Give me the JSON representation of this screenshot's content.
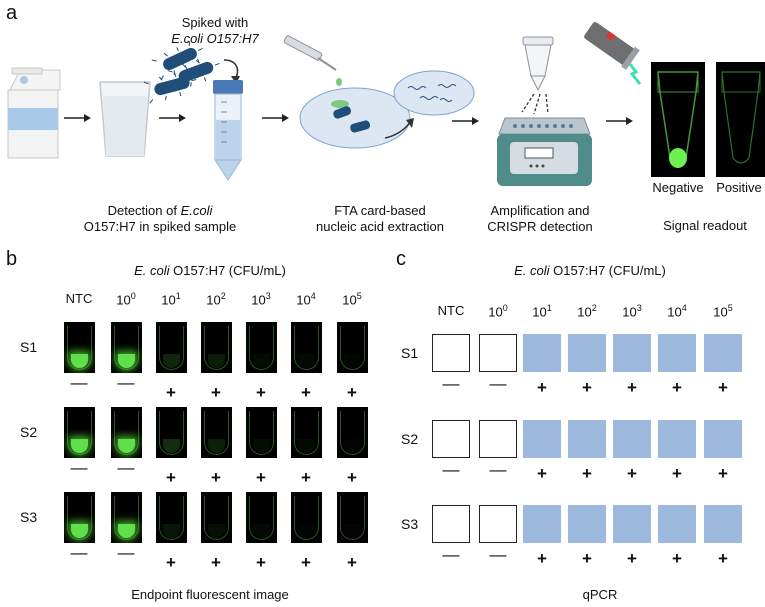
{
  "colors": {
    "tube_bg": "#000000",
    "glow_green": "#5fe04a",
    "qpcr_positive": "#9cb9dd",
    "qpcr_negative": "#ffffff",
    "icon_blue": "#1f4e79",
    "plate_teal": "#4f8c8a"
  },
  "panel_a": {
    "letter": "a",
    "spike_label_line1": "Spiked with",
    "spike_label_line2": "E.coli O157:H7",
    "caption_detection_1_pre": "Detection of ",
    "caption_detection_1_em": "E.coli",
    "caption_detection_2": "O157:H7 in spiked sample",
    "caption_fta_1": "FTA card-based",
    "caption_fta_2": "nucleic acid extraction",
    "caption_amp_1": "Amplification and",
    "caption_amp_2": "CRISPR detection",
    "label_negative": "Negative",
    "label_positive": "Positive",
    "caption_signal": "Signal readout",
    "icons": [
      "milk-carton-icon",
      "glass-icon",
      "bacteria-icon",
      "falcon-tube-icon",
      "pipette-icon",
      "fta-card-icon",
      "dna-card-icon",
      "pcr-tube-icon",
      "thermocycler-icon",
      "flashlight-icon",
      "negative-tube-icon",
      "positive-tube-icon"
    ]
  },
  "panel_b": {
    "letter": "b",
    "title_em": "E. coli",
    "title_rest": " O157:H7 (CFU/mL)",
    "columns": [
      "NTC",
      "10^0",
      "10^1",
      "10^2",
      "10^3",
      "10^4",
      "10^5"
    ],
    "column_base": [
      "NTC",
      "10",
      "10",
      "10",
      "10",
      "10",
      "10"
    ],
    "column_exp": [
      "",
      "0",
      "1",
      "2",
      "3",
      "4",
      "5"
    ],
    "rows": [
      "S1",
      "S2",
      "S3"
    ],
    "signal_levels": [
      [
        1.0,
        1.0,
        0.35,
        0.25,
        0.1,
        0.08,
        0.05
      ],
      [
        1.0,
        1.0,
        0.4,
        0.3,
        0.12,
        0.1,
        0.06
      ],
      [
        1.0,
        1.0,
        0.2,
        0.15,
        0.08,
        0.06,
        0.05
      ]
    ],
    "results": [
      [
        "—",
        "—",
        "+",
        "+",
        "+",
        "+",
        "+"
      ],
      [
        "—",
        "—",
        "+",
        "+",
        "+",
        "+",
        "+"
      ],
      [
        "—",
        "—",
        "+",
        "+",
        "+",
        "+",
        "+"
      ]
    ],
    "caption": "Endpoint fluorescent image"
  },
  "panel_c": {
    "letter": "c",
    "title_em": "E. coli",
    "title_rest": " O157:H7 (CFU/mL)",
    "columns": [
      "NTC",
      "10^0",
      "10^1",
      "10^2",
      "10^3",
      "10^4",
      "10^5"
    ],
    "column_base": [
      "NTC",
      "10",
      "10",
      "10",
      "10",
      "10",
      "10"
    ],
    "column_exp": [
      "",
      "0",
      "1",
      "2",
      "3",
      "4",
      "5"
    ],
    "rows": [
      "S1",
      "S2",
      "S3"
    ],
    "results": [
      [
        "—",
        "—",
        "+",
        "+",
        "+",
        "+",
        "+"
      ],
      [
        "—",
        "—",
        "+",
        "+",
        "+",
        "+",
        "+"
      ],
      [
        "—",
        "—",
        "+",
        "+",
        "+",
        "+",
        "+"
      ]
    ],
    "caption": "qPCR"
  }
}
